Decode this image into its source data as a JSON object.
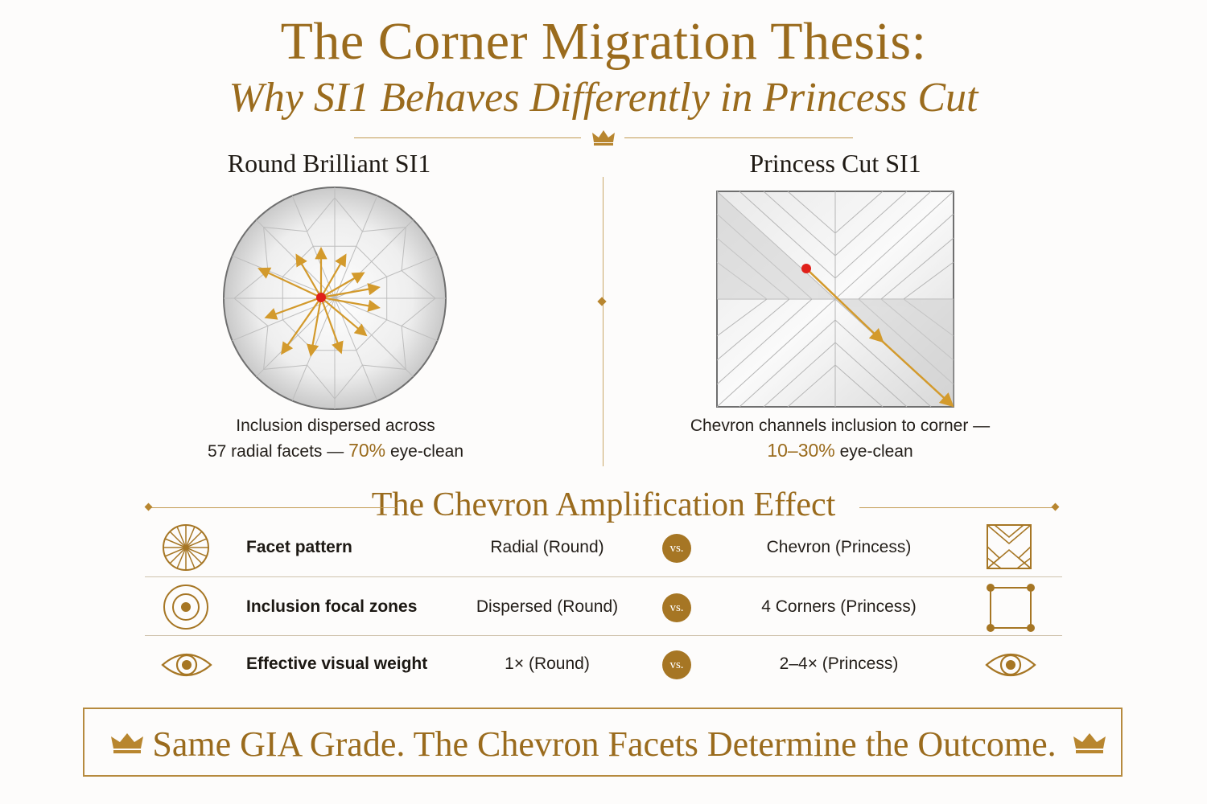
{
  "title": {
    "main": "The Corner Migration Thesis:",
    "sub": "Why SI1 Behaves Differently in Princess Cut"
  },
  "round": {
    "label": "Round Brilliant SI1",
    "caption_line1": "Inclusion dispersed across",
    "caption_line2_pre": "57 radial facets — ",
    "caption_pct": "70%",
    "caption_line2_post": " eye-clean"
  },
  "princess": {
    "label": "Princess Cut SI1",
    "caption_line1": "Chevron channels inclusion to corner —",
    "caption_pct": "10–30%",
    "caption_line2_post": " eye-clean"
  },
  "section": {
    "title": "The Chevron Amplification Effect"
  },
  "comparison": {
    "vs_label": "vs.",
    "rows": [
      {
        "metric": "Facet pattern",
        "round": "Radial (Round)",
        "princess": "Chevron (Princess)",
        "icon_left": "radial-wheel-icon",
        "icon_right": "chevron-square-icon"
      },
      {
        "metric": "Inclusion focal zones",
        "round": "Dispersed (Round)",
        "princess": "4 Corners (Princess)",
        "icon_left": "concentric-circles-icon",
        "icon_right": "four-corners-icon"
      },
      {
        "metric": "Effective visual weight",
        "round": "1× (Round)",
        "princess": "2–4× (Princess)",
        "icon_left": "eye-icon",
        "icon_right": "eye-icon"
      }
    ]
  },
  "banner": {
    "text": "Same GIA Grade. The Chevron Facets Determine the Outcome."
  },
  "colors": {
    "gold": "#9a6b1d",
    "arrow": "#d39a2c",
    "inclusion": "#e0201a"
  }
}
